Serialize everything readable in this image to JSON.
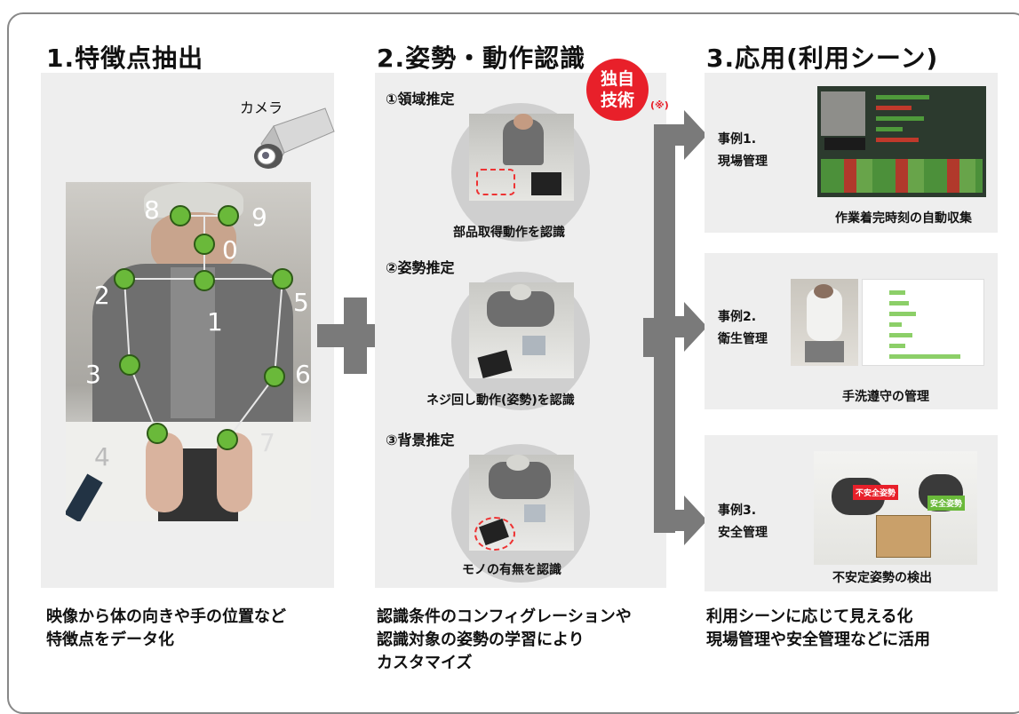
{
  "colors": {
    "accent_red": "#e8202a",
    "keypoint_green": "#6ab93a",
    "arrow_gray": "#7a7a7a",
    "panel_gray": "#eeeeee"
  },
  "section1": {
    "title": "1.特徴点抽出",
    "camera_label": "カメラ",
    "keypoints": [
      "8",
      "9",
      "0",
      "2",
      "5",
      "1",
      "3",
      "6",
      "4",
      "7"
    ],
    "desc_line1": "映像から体の向きや手の位置など",
    "desc_line2": "特徴点をデータ化"
  },
  "section2": {
    "title": "2.姿勢・動作認識",
    "badge_line1": "独自",
    "badge_line2": "技術",
    "badge_note": "(※)",
    "steps": [
      {
        "heading": "①領域推定",
        "caption": "部品取得動作を認識"
      },
      {
        "heading": "②姿勢推定",
        "caption": "ネジ回し動作(姿勢)を認識"
      },
      {
        "heading": "③背景推定",
        "caption": "モノの有無を認識"
      }
    ],
    "desc_line1": "認識条件のコンフィグレーションや",
    "desc_line2": "認識対象の姿勢の学習により",
    "desc_line3": "カスタマイズ"
  },
  "section3": {
    "title": "3.応用(利用シーン)",
    "cases": [
      {
        "label_line1": "事例1.",
        "label_line2": "現場管理",
        "caption": "作業着完時刻の自動収集"
      },
      {
        "label_line1": "事例2.",
        "label_line2": "衛生管理",
        "caption": "手洗遵守の管理"
      },
      {
        "label_line1": "事例3.",
        "label_line2": "安全管理",
        "caption": "不安定姿勢の検出",
        "tag1": "不安全姿勢",
        "tag2": "安全姿勢"
      }
    ],
    "desc_line1": "利用シーンに応じて見える化",
    "desc_line2": "現場管理や安全管理などに活用"
  }
}
